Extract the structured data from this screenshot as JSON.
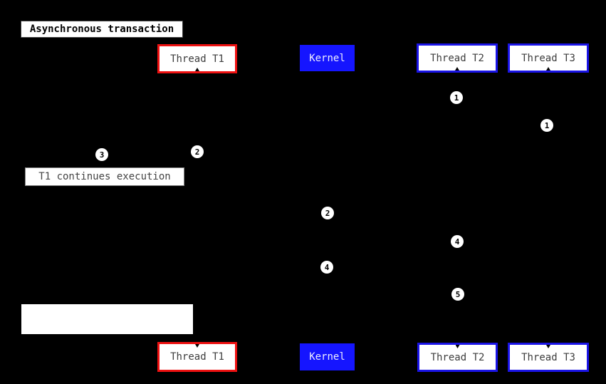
{
  "diagram": {
    "title": "Asynchronous transaction",
    "type": "sequence-diagram",
    "background_color": "#000000"
  },
  "actors": {
    "t1": {
      "label": "Thread T1",
      "border_color": "#ee1111",
      "fill_color": "#ffffff",
      "text_color": "#3d3d3d"
    },
    "kernel": {
      "label": "Kernel",
      "fill_color": "#1515ff",
      "text_color": "#eeeeff"
    },
    "t2": {
      "label": "Thread T2",
      "border_color": "#1a14e6",
      "fill_color": "#ffffff",
      "text_color": "#3d3d3d"
    },
    "t3": {
      "label": "Thread T3",
      "border_color": "#1a14e6",
      "fill_color": "#ffffff",
      "text_color": "#3d3d3d"
    }
  },
  "notes": {
    "t1_continues": "T1 continues execution",
    "blank_note": ""
  },
  "step_markers": [
    {
      "label": "1",
      "lane": "thread-t2"
    },
    {
      "label": "1",
      "lane": "thread-t3"
    },
    {
      "label": "2",
      "lane": "thread-t1"
    },
    {
      "label": "3",
      "lane": "left-of-thread-t1"
    },
    {
      "label": "2",
      "lane": "kernel"
    },
    {
      "label": "4",
      "lane": "thread-t2"
    },
    {
      "label": "4",
      "lane": "kernel"
    },
    {
      "label": "5",
      "lane": "thread-t2"
    }
  ]
}
